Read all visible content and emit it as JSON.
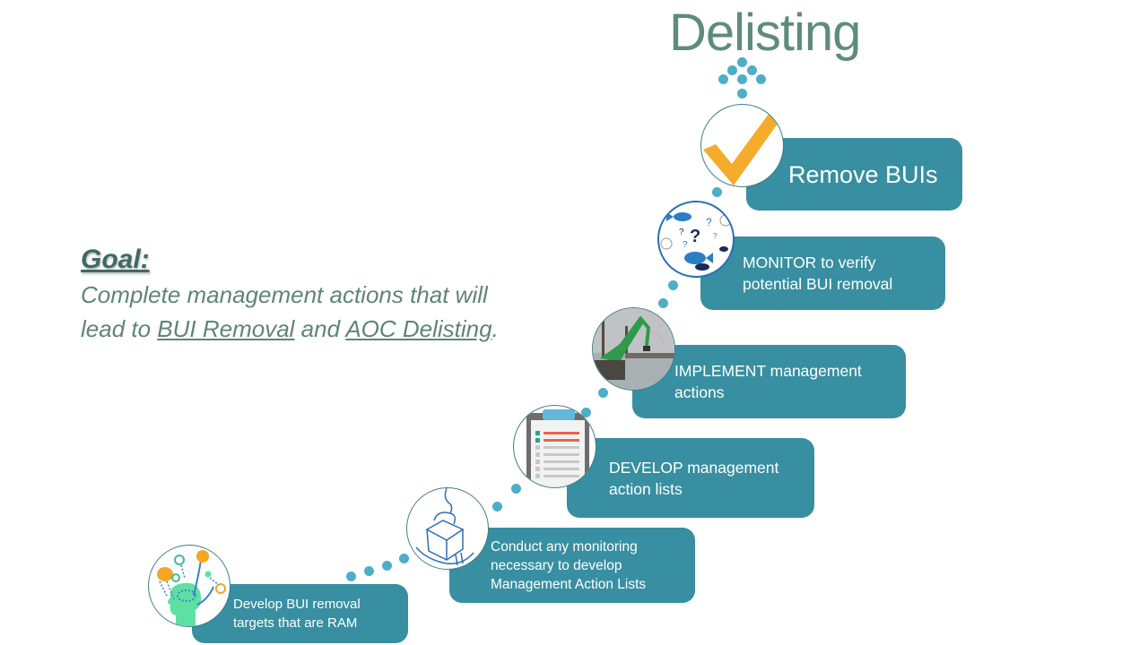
{
  "title": "Delisting",
  "goal": {
    "heading": "Goal:",
    "line1": "Complete management actions that will",
    "line2_prefix": "lead to ",
    "line2_link1": "BUI Removal",
    "line2_middle": " and ",
    "line2_link2": "AOC Delisting",
    "line2_suffix": "."
  },
  "steps": [
    {
      "icon": "head-ideas-icon",
      "line1": "Develop BUI removal",
      "line2": "targets that are RAM"
    },
    {
      "icon": "monitoring-sketch-icon",
      "line1": "Conduct any monitoring",
      "line2": "necessary to develop",
      "line3": "Management Action Lists"
    },
    {
      "icon": "clipboard-list-icon",
      "line1_bold": "DEVELOP",
      "line1_rest": " management",
      "line2": "action lists"
    },
    {
      "icon": "excavator-photo-icon",
      "line1_bold": "IMPLEMENT",
      "line1_rest": " management",
      "line2": "actions"
    },
    {
      "icon": "fish-question-icon",
      "line1_bold": "MONITOR",
      "line1_rest": " to verify",
      "line2": "potential BUI removal"
    },
    {
      "icon": "checkmark-icon",
      "line1": "Remove BUIs"
    }
  ],
  "colors": {
    "box": "#378fa1",
    "dot": "#4eaec7",
    "title": "#5e8c7c",
    "check": "#f5ac2a"
  }
}
